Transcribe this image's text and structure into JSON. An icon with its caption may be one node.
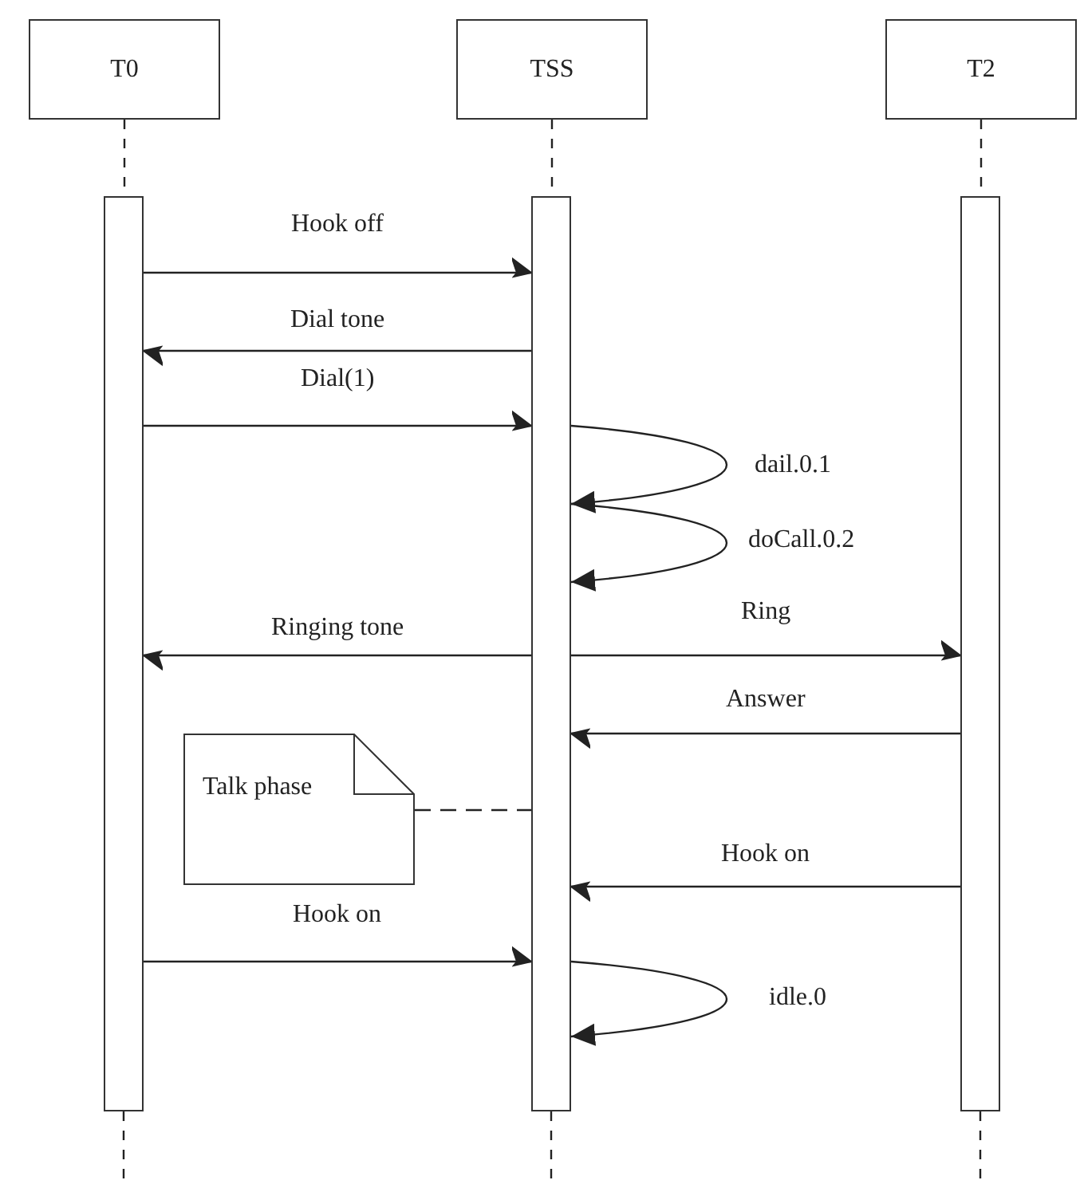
{
  "diagram": {
    "nodes": [
      {
        "text": [
          "T0"
        ]
      },
      {
        "text": [
          "TSS"
        ]
      },
      {
        "text": [
          "T2"
        ]
      },
      {
        "text": [],
        "shape": "bar"
      },
      {
        "text": [],
        "shape": "bar"
      },
      {
        "text": [],
        "shape": "bar"
      },
      {
        "text": [
          "Talk phase"
        ]
      }
    ],
    "edges": [
      {
        "from": 0,
        "to": 3,
        "arrow": "none",
        "style": "dashed"
      },
      {
        "from": 1,
        "to": 4,
        "arrow": "none",
        "style": "dashed"
      },
      {
        "from": 2,
        "to": 5,
        "arrow": "none",
        "style": "dashed"
      },
      {
        "from": 3,
        "to": 4,
        "arrow": "to",
        "label": "Hook off"
      },
      {
        "from": 4,
        "to": 3,
        "arrow": "to",
        "label": "Dial tone"
      },
      {
        "from": 3,
        "to": 4,
        "arrow": "to",
        "label": "Dial(1)"
      },
      {
        "from": 4,
        "to": 4,
        "arrow": "to",
        "label": "dail.0.1"
      },
      {
        "from": 4,
        "to": 4,
        "arrow": "to",
        "label": "doCall.0.2"
      },
      {
        "from": 4,
        "to": 3,
        "arrow": "to",
        "label": "Ringing tone"
      },
      {
        "from": 4,
        "to": 5,
        "arrow": "to",
        "label": "Ring"
      },
      {
        "from": 5,
        "to": 4,
        "arrow": "to",
        "label": "Answer"
      },
      {
        "from": 6,
        "to": 4,
        "arrow": "none",
        "style": "dashed"
      },
      {
        "from": 5,
        "to": 4,
        "arrow": "to",
        "label": "Hook on"
      },
      {
        "from": 3,
        "to": 4,
        "arrow": "to",
        "label": "Hook on"
      },
      {
        "from": 4,
        "to": 4,
        "arrow": "to",
        "label": "idle.0"
      },
      {
        "from": 3,
        "to": null,
        "arrow": "none",
        "style": "dashed"
      },
      {
        "from": 4,
        "to": null,
        "arrow": "none",
        "style": "dashed"
      },
      {
        "from": 5,
        "to": null,
        "arrow": "none",
        "style": "dashed"
      }
    ]
  }
}
